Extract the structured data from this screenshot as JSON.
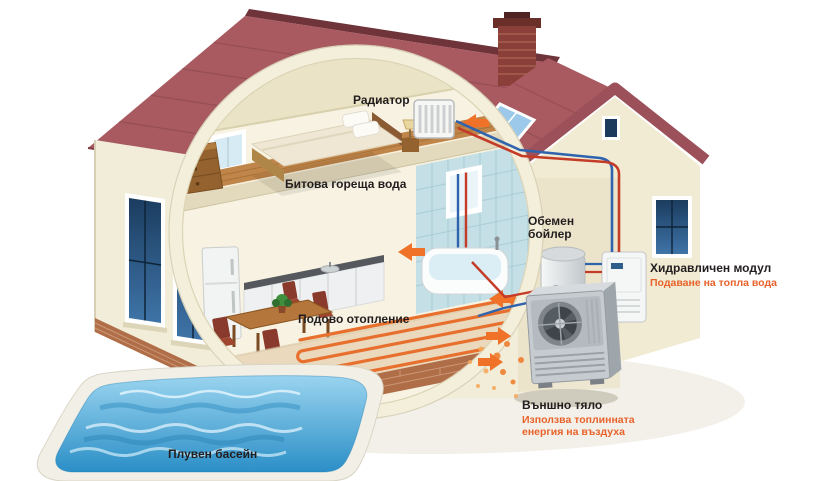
{
  "diagram": {
    "labels": {
      "radiator": "Радиатор",
      "dhw": "Битова гореща вода",
      "boiler_line1": "Обемен",
      "boiler_line2": "бойлер",
      "hydraulic": "Хидравличен модул",
      "hydraulic_sub": "Подаване на топла вода",
      "floor_heating": "Подово отопление",
      "outdoor": "Външно тяло",
      "outdoor_sub1": "Използва топлинната",
      "outdoor_sub2": "енергия на въздуха",
      "pool": "Плувен басейн"
    },
    "colors": {
      "accent": "#e8622a",
      "label": "#221e1f",
      "roof": "#a85a60",
      "wall": "#f2edd8",
      "pool_water": "#2b90c8",
      "pipe_hot": "#c43b28",
      "pipe_cold": "#2f63ae"
    }
  }
}
